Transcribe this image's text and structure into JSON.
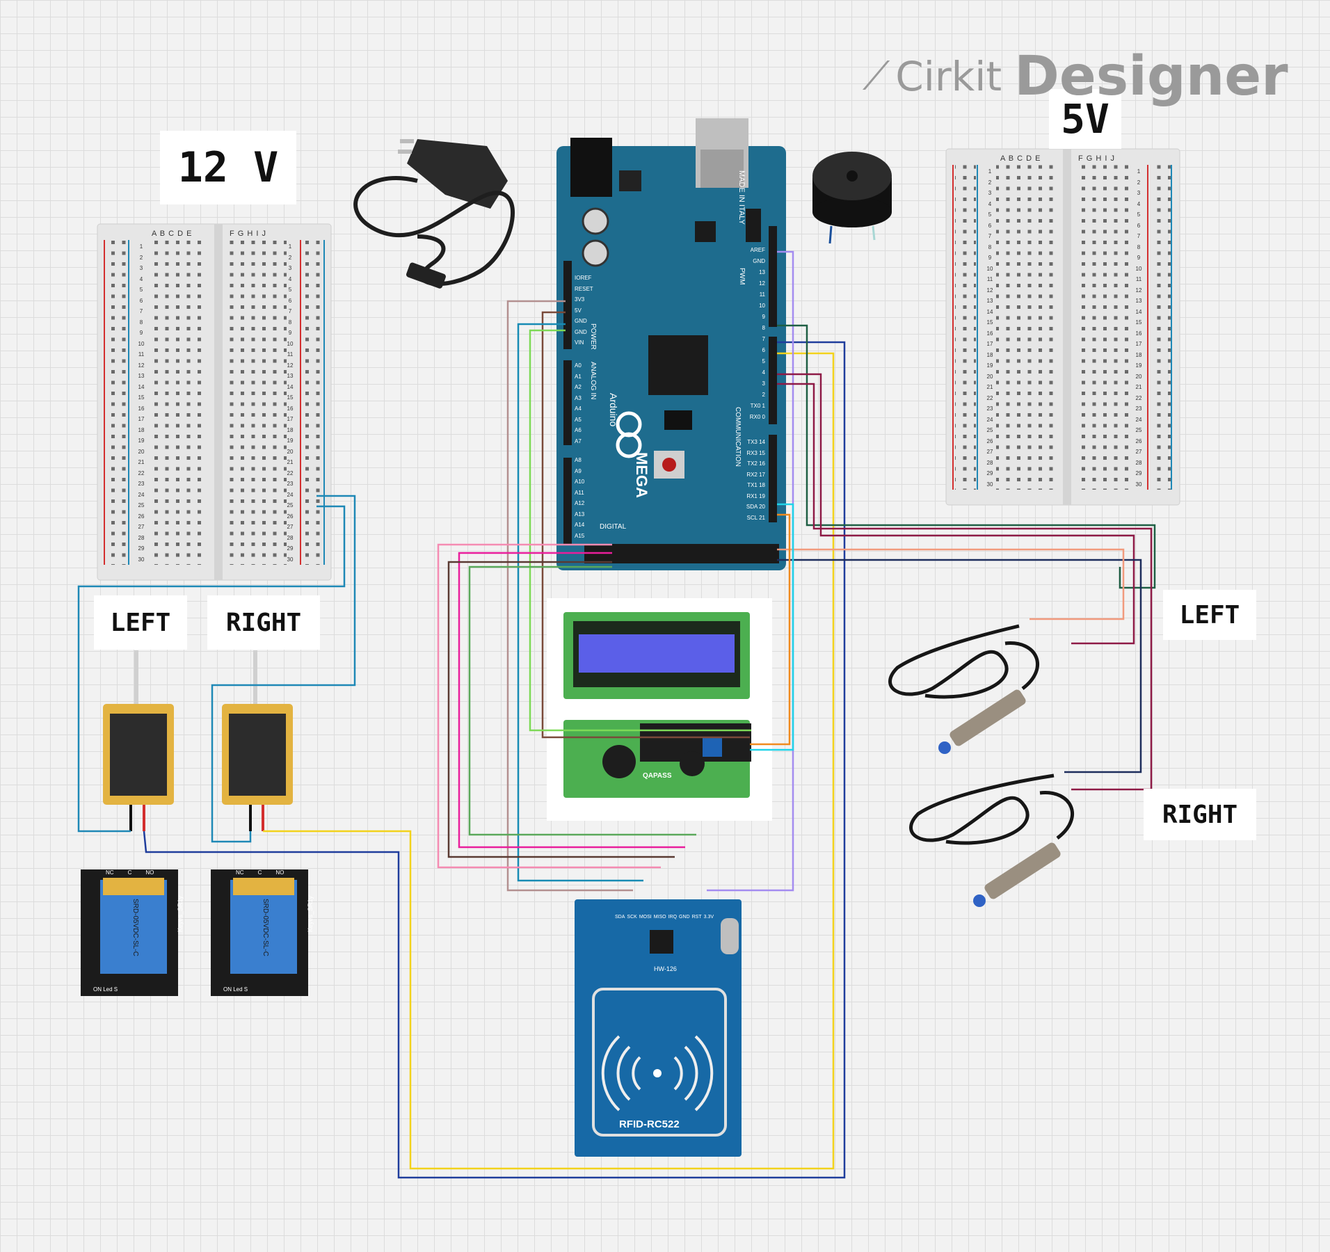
{
  "logo": {
    "brand": "Cirkit",
    "product": "Designer"
  },
  "labels": {
    "v12": "12 V",
    "v5": "5V",
    "solenoid_left": "LEFT",
    "solenoid_right": "RIGHT",
    "sensor_left": "LEFT",
    "sensor_right": "RIGHT"
  },
  "breadboard": {
    "col_left": "A B C D E",
    "col_right": "F G H I J",
    "rows": 30
  },
  "arduino": {
    "brand": "Arduino",
    "model": "MEGA",
    "made_in": "MADE IN ITALY",
    "power_pins": [
      "IOREF",
      "RESET",
      "3V3",
      "5V",
      "GND",
      "GND",
      "VIN"
    ],
    "power_label": "POWER",
    "analog_label": "ANALOG IN",
    "analog_pins": [
      "A0",
      "A1",
      "A2",
      "A3",
      "A4",
      "A5",
      "A6",
      "A7",
      "A8",
      "A9",
      "A10",
      "A11",
      "A12",
      "A13",
      "A14",
      "A15"
    ],
    "pwm_pins": [
      "AREF",
      "GND",
      "13",
      "12",
      "11",
      "10",
      "9",
      "8",
      "7",
      "6",
      "5",
      "4",
      "3",
      "2",
      "TX0 1",
      "RX0 0"
    ],
    "comm_pins": [
      "TX3 14",
      "RX3 15",
      "TX2 16",
      "RX2 17",
      "TX1 18",
      "RX1 19",
      "SDA 20",
      "SCL 21"
    ],
    "comm_label": "COMMUNICATION",
    "pwm_label": "PWM",
    "digital_label": "DIGITAL"
  },
  "rfid": {
    "model": "RFID-RC522",
    "chip": "HW-126",
    "pins": [
      "SDA",
      "SCK",
      "MOSI",
      "MISO",
      "IRQ",
      "GND",
      "RST",
      "3.3V"
    ]
  },
  "relay": {
    "brand": "Keyes_SR1y",
    "model": "SRD-05VDC-SL-C",
    "terminals": [
      "NC",
      "C",
      "NO"
    ],
    "footer": "ON Led S"
  },
  "lcd": {
    "backpack": "QAPASS"
  },
  "colors": {
    "board": "#1e6c8e",
    "lcd_screen": "#5b5fe8",
    "lcd_pcb": "#4caf50",
    "wire_yellow": "#f2d21b",
    "wire_blue": "#1f3d9c"
  }
}
